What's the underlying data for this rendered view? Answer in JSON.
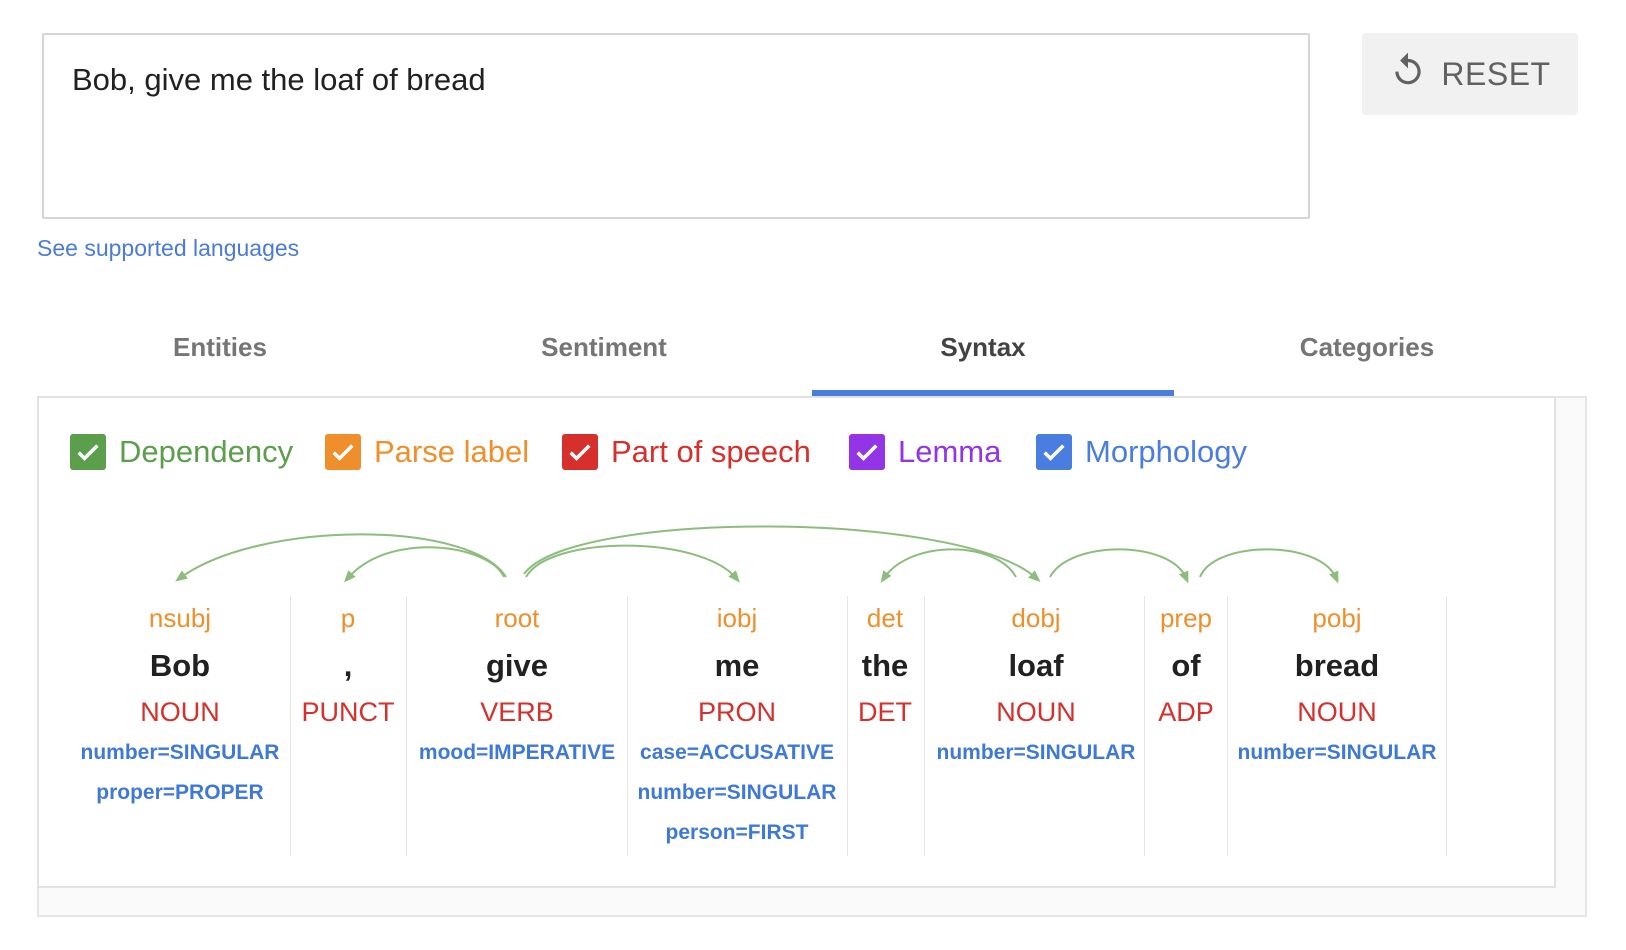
{
  "input": {
    "text": "Bob, give me the loaf of bread",
    "reset_label": "RESET",
    "languages_link": "See supported languages"
  },
  "tabs": [
    {
      "label": "Entities",
      "active": false
    },
    {
      "label": "Sentiment",
      "active": false
    },
    {
      "label": "Syntax",
      "active": true
    },
    {
      "label": "Categories",
      "active": false
    }
  ],
  "toggles": [
    {
      "label": "Dependency",
      "color": "#5b9e4b",
      "checked": true
    },
    {
      "label": "Parse label",
      "color": "#ef8f2c",
      "checked": true
    },
    {
      "label": "Part of speech",
      "color": "#d6302c",
      "checked": true
    },
    {
      "label": "Lemma",
      "color": "#9334e6",
      "checked": true
    },
    {
      "label": "Morphology",
      "color": "#4a7de0",
      "checked": true
    }
  ],
  "colors": {
    "accent": "#4a7de0",
    "arc": "#8cbd7c"
  },
  "tokens": [
    {
      "word": "Bob",
      "label": "nsubj",
      "pos": "NOUN",
      "morph": [
        "number=SINGULAR",
        "proper=PROPER"
      ],
      "head": 2
    },
    {
      "word": ",",
      "label": "p",
      "pos": "PUNCT",
      "morph": [],
      "head": 2
    },
    {
      "word": "give",
      "label": "root",
      "pos": "VERB",
      "morph": [
        "mood=IMPERATIVE"
      ],
      "head": null
    },
    {
      "word": "me",
      "label": "iobj",
      "pos": "PRON",
      "morph": [
        "case=ACCUSATIVE",
        "number=SINGULAR",
        "person=FIRST"
      ],
      "head": 2
    },
    {
      "word": "the",
      "label": "det",
      "pos": "DET",
      "morph": [],
      "head": 5
    },
    {
      "word": "loaf",
      "label": "dobj",
      "pos": "NOUN",
      "morph": [
        "number=SINGULAR"
      ],
      "head": 2
    },
    {
      "word": "of",
      "label": "prep",
      "pos": "ADP",
      "morph": [],
      "head": 5
    },
    {
      "word": "bread",
      "label": "pobj",
      "pos": "NOUN",
      "morph": [
        "number=SINGULAR"
      ],
      "head": 6
    }
  ]
}
